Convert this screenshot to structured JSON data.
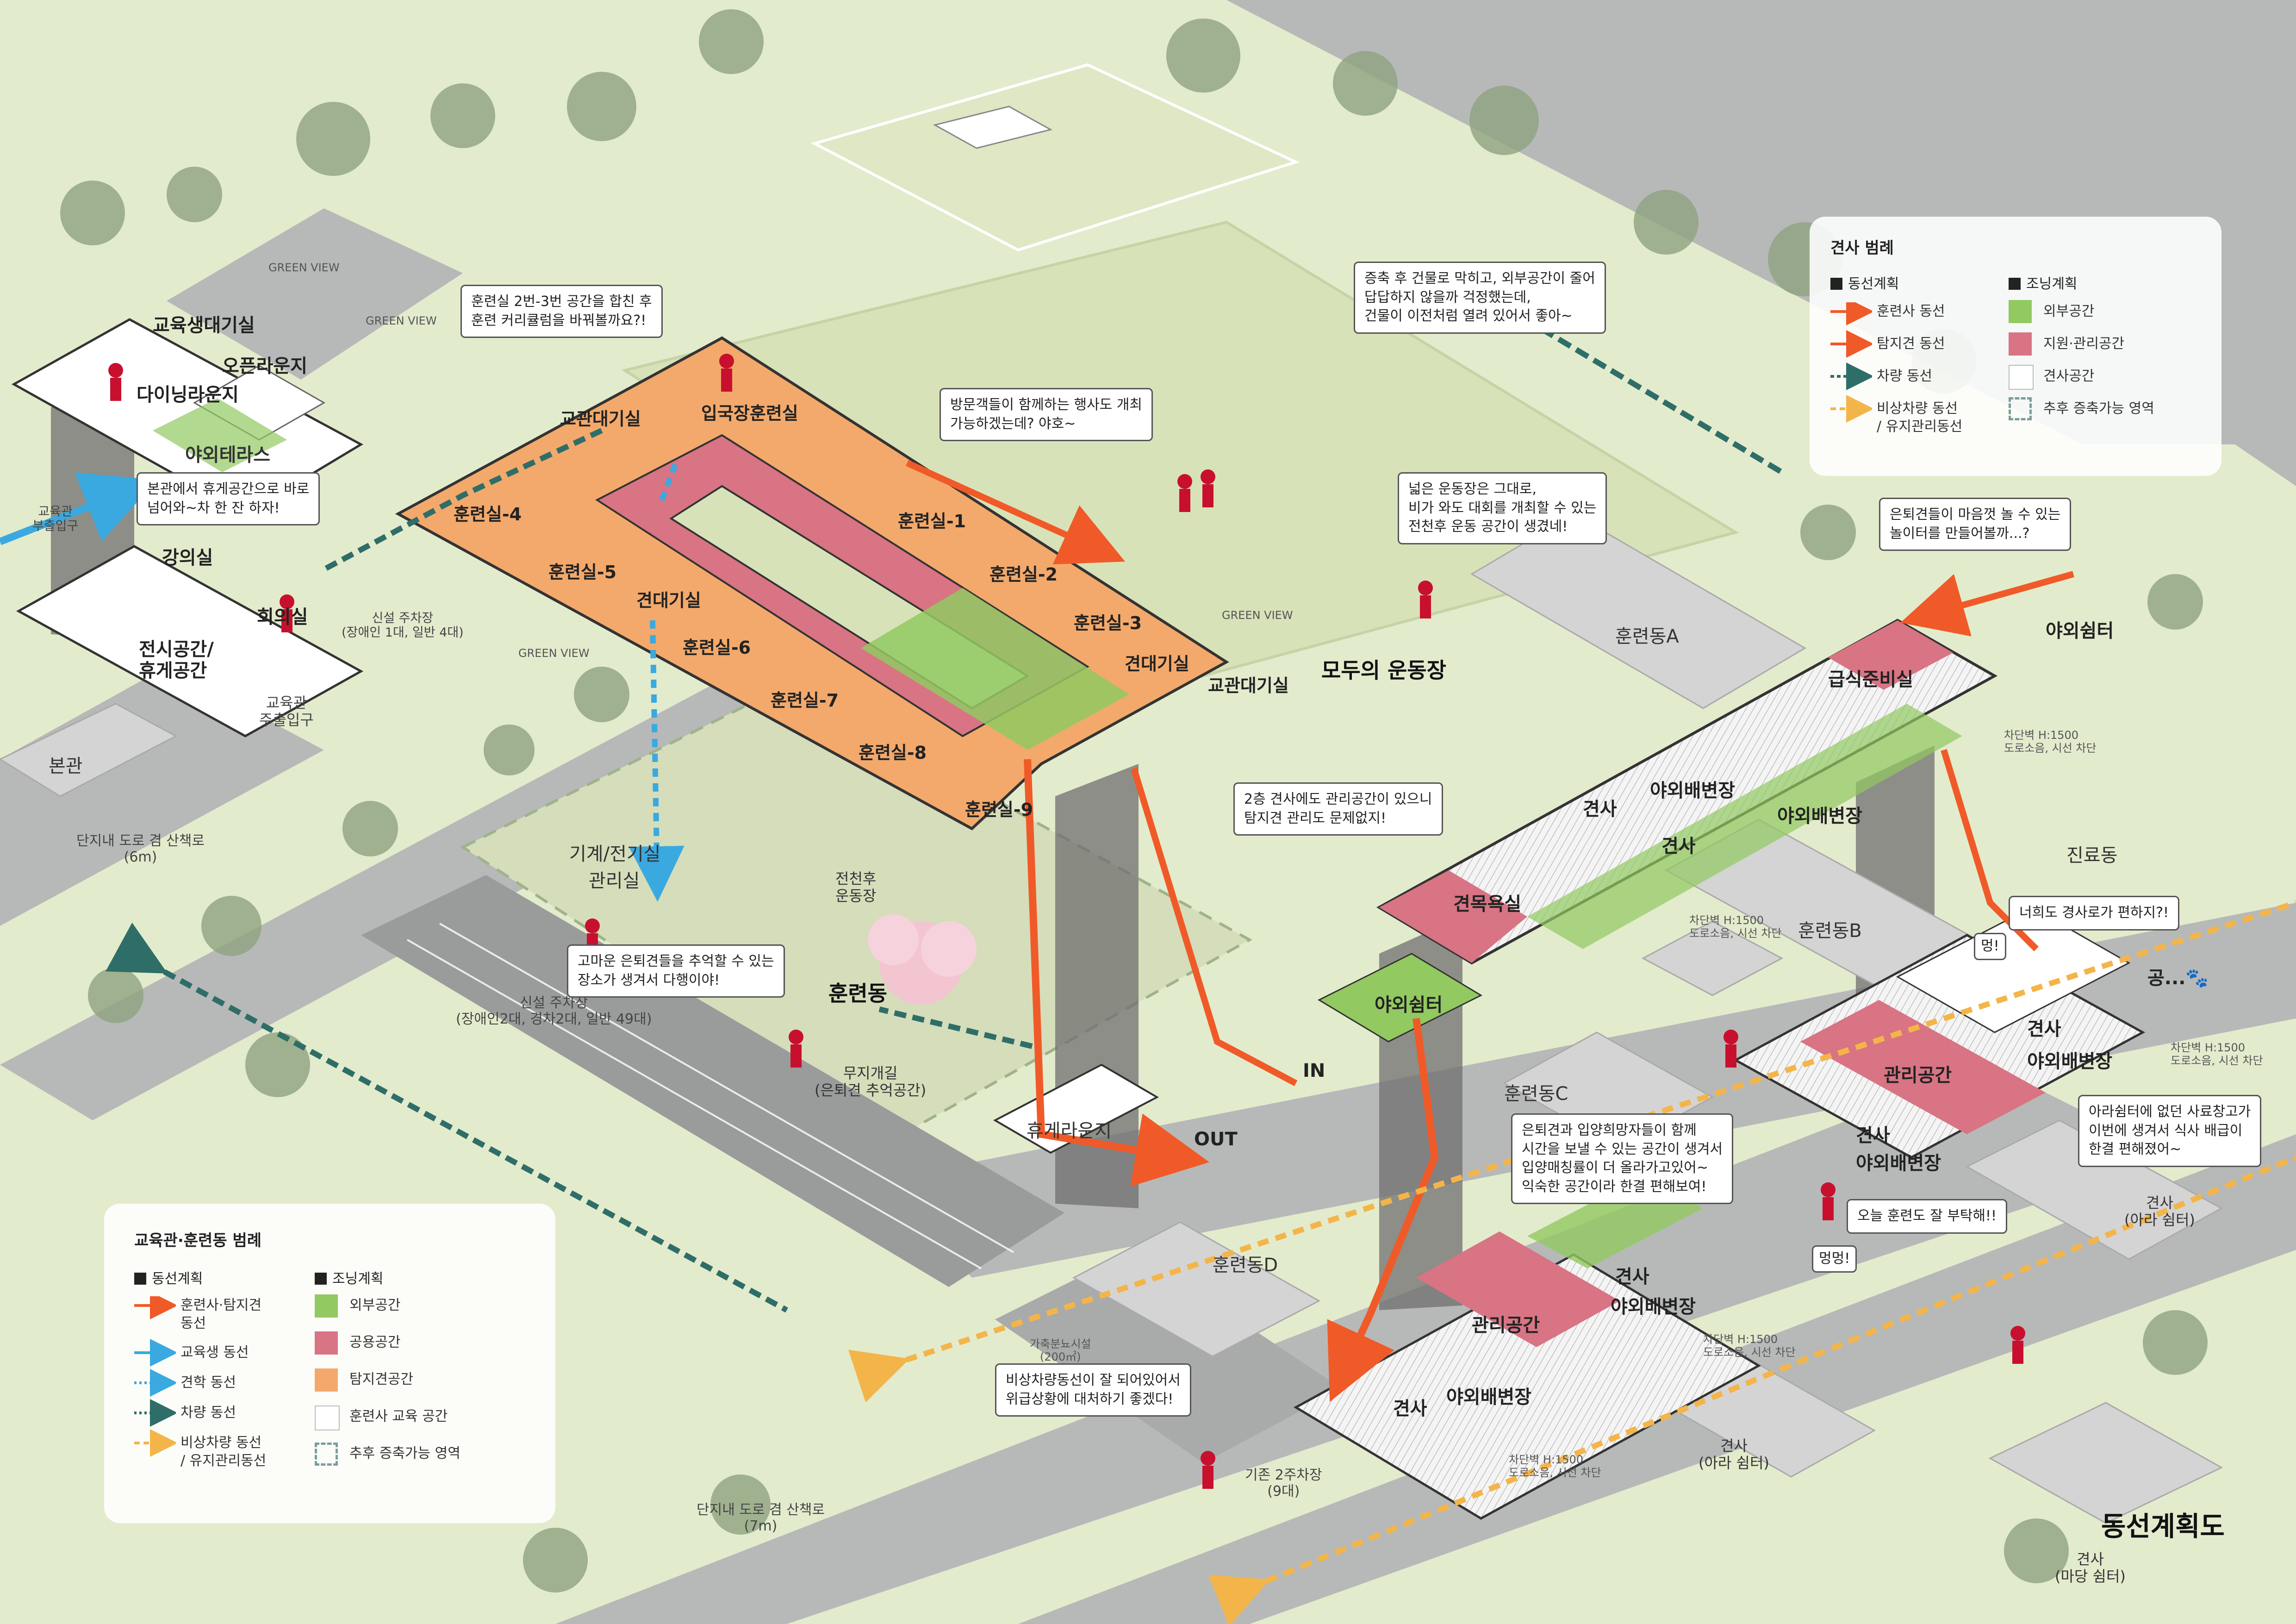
{
  "diagram_title": "동선계획도",
  "colors": {
    "lawn": "#d9e4bf",
    "orange_room": "#f3a96b",
    "pink_room": "#d87484",
    "green_space": "#92c961",
    "road": "#b3b5b4",
    "route_orange": "#f05a28",
    "route_blue": "#3aa9e0",
    "route_teal": "#2f6e68",
    "route_yellow": "#f3b54a",
    "people": "#c8102e"
  },
  "legend_kennel": {
    "title": "견사 범례",
    "circulation_header": "동선계획",
    "landscape_header": "조닝계획",
    "circulation_items": [
      {
        "label": "훈련사 동선",
        "icon": "arrow-orange-icon"
      },
      {
        "label": "탐지견 동선",
        "icon": "arrow-orange-icon"
      },
      {
        "label": "차량 동선",
        "icon": "dotted-teal-arrow-icon"
      },
      {
        "label": "비상차량 동선\n/ 유지관리동선",
        "icon": "dashed-yellow-arrow-icon"
      }
    ],
    "landscape_items": [
      {
        "label": "외부공간",
        "color": "#92c961"
      },
      {
        "label": "지원·관리공간",
        "color": "#d87484"
      },
      {
        "label": "견사공간",
        "color": "#ffffff"
      },
      {
        "label": "추후 증축가능 영역",
        "color": "dashed"
      }
    ]
  },
  "legend_education": {
    "title": "교육관·훈련동 범례",
    "circulation_header": "동선계획",
    "landscape_header": "조닝계획",
    "circulation_items": [
      {
        "label": "훈련사·탐지견\n동선",
        "icon": "arrow-orange-icon"
      },
      {
        "label": "교육생 동선",
        "icon": "arrow-blue-icon"
      },
      {
        "label": "견학 동선",
        "icon": "dotted-blue-arrow-icon"
      },
      {
        "label": "차량 동선",
        "icon": "dotted-teal-arrow-icon"
      },
      {
        "label": "비상차량 동선\n/ 유지관리동선",
        "icon": "dashed-yellow-arrow-icon"
      }
    ],
    "landscape_items": [
      {
        "label": "외부공간",
        "color": "#92c961"
      },
      {
        "label": "공용공간",
        "color": "#d87484"
      },
      {
        "label": "탐지견공간",
        "color": "#f3a96b"
      },
      {
        "label": "훈련사 교육 공간",
        "color": "#ffffff"
      },
      {
        "label": "추후 증축가능 영역",
        "color": "dashed"
      }
    ]
  },
  "training_rooms": [
    "훈련실-1",
    "훈련실-2",
    "훈련실-3",
    "훈련실-4",
    "훈련실-5",
    "훈련실-6",
    "훈련실-7",
    "훈련실-8",
    "훈련실-9"
  ],
  "training_labels": {
    "entry_room": "입국장훈련실",
    "equip_top": "교관대기실",
    "equip_right": "교관대기실",
    "dog_wait_1": "견대기실",
    "dog_wait_2": "견대기실",
    "machine": "기계/전기실",
    "mgmt": "관리실",
    "rest": "휴게라운지"
  },
  "education": {
    "eco": "교육생대기실",
    "open": "오픈라운지",
    "dining": "다이닝라운지",
    "terrace": "야외테라스",
    "lecture": "강의실",
    "meeting": "회의실",
    "exhibit": "전시공간/\n휴게공간",
    "main_hall": "본관",
    "sub_entry": "교육관\n부출입구",
    "main_entry": "교육관\n주출입구"
  },
  "site_labels": {
    "field": "모두의 운동장",
    "training_building": "훈련동",
    "all_weather": "전천후\n운동장",
    "memorial": "무지개길\n(은퇴견 추억공간)",
    "new_parking_top": "신설 주차장\n(장애인 1대, 일반 4대)",
    "new_parking_main": "신설 주차장\n(장애인2대, 경차2대, 일반 49대)",
    "road_top": "단지내 도로 겸 산책로\n(6m)",
    "road_bottom": "단지내 도로 겸 산책로\n(7m)",
    "existing_parking": "기존 2주차장\n(9대)",
    "waste": "가축분뇨시설\n(200㎡)",
    "green_view": "GREEN VIEW",
    "in": "IN",
    "out": "OUT",
    "clinic": "진료동",
    "train_a": "훈련동A",
    "train_b": "훈련동B",
    "train_c": "훈련동C",
    "train_d": "훈련동D",
    "kennel_shelter_1": "견사\n(아라 쉼터)",
    "kennel_shelter_2": "견사\n(아라 쉼터)",
    "kennel_shelter_3": "견사\n(마당 쉼터)"
  },
  "kennel_labels": {
    "meal": "급식준비실",
    "bath": "견목욕실",
    "outdoor_rest_1": "야외쉼터",
    "outdoor_rest_2": "야외쉼터",
    "kennel": "견사",
    "toilet": "야외배변장",
    "mgmt": "관리공간",
    "wall_h": "차단벽 H:1500\n도로소음, 시선 차단",
    "bark_1": "멍!",
    "bark_2": "멍멍!",
    "gong": "공...🐾"
  },
  "speech_bubbles": [
    {
      "id": "merge",
      "text": "훈련실 2번-3번 공간을 합친 후\n훈련 커리큘럼을 바꿔볼까요?!"
    },
    {
      "id": "event",
      "text": "방문객들이 함께하는 행사도 개최\n가능하겠는데? 야호~"
    },
    {
      "id": "worry",
      "text": "증축 후 건물로 막히고, 외부공간이 줄어\n답답하지 않을까 걱정했는데,\n건물이 이전처럼 열려 있어서 좋아~"
    },
    {
      "id": "lounge",
      "text": "본관에서 휴게공간으로 바로\n넘어와~차 한 잔 하자!"
    },
    {
      "id": "field",
      "text": "넓은 운동장은 그대로,\n비가 와도 대회를 개최할 수 있는\n전천후 운동 공간이 생겼네!"
    },
    {
      "id": "retired",
      "text": "은퇴견들이 마음껏 놀 수 있는\n놀이터를 만들어볼까...?"
    },
    {
      "id": "mgmt2f",
      "text": "2층 견사에도 관리공간이 있으니\n탐지견 관리도 문제없지!"
    },
    {
      "id": "memory",
      "text": "고마운 은퇴견들을 추억할 수 있는\n장소가 생겨서 다행이야!"
    },
    {
      "id": "comfy",
      "text": "너희도 경사로가 편하지?!"
    },
    {
      "id": "adopt",
      "text": "은퇴견과 입양희망자들이 함께\n시간을 보낼 수 있는 공간이 생겨서\n입양매칭률이 더 올라가고있어~\n익숙한 공간이라 한결 편해보여!"
    },
    {
      "id": "feed",
      "text": "아라쉼터에 없던 사료창고가\n이번에 생겨서 식사 배급이\n한결 편해졌어~"
    },
    {
      "id": "today",
      "text": "오늘 훈련도 잘 부탁해!!"
    },
    {
      "id": "emergency",
      "text": "비상차량동선이 잘 되어있어서\n위급상황에 대처하기 좋겠다!"
    }
  ]
}
